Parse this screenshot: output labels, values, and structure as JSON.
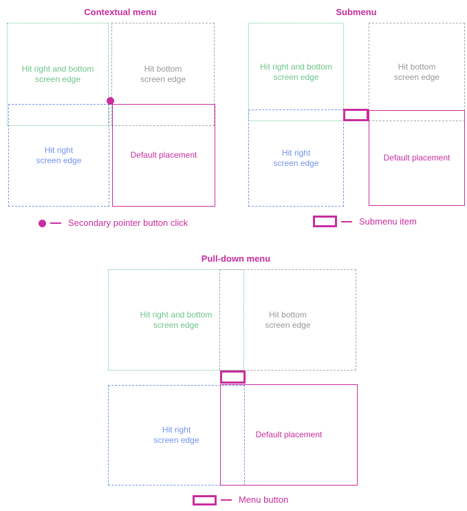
{
  "colors": {
    "magenta": "#c92d9e",
    "green": "#6cc58a",
    "blue": "#7393f0",
    "gray_text": "#98989d",
    "gray_border": "#a6a6a6"
  },
  "box_labels": {
    "hit_right_bottom": "Hit right and bottom\nscreen edge",
    "hit_bottom": "Hit bottom\nscreen edge",
    "hit_right": "Hit right\nscreen edge",
    "default_placement": "Default placement"
  },
  "diagrams": {
    "contextual": {
      "title": "Contextual menu",
      "legend_label": "Secondary pointer button click"
    },
    "submenu": {
      "title": "Submenu",
      "legend_label": "Submenu item"
    },
    "pulldown": {
      "title": "Pull-down menu",
      "legend_label": "Menu button"
    }
  }
}
